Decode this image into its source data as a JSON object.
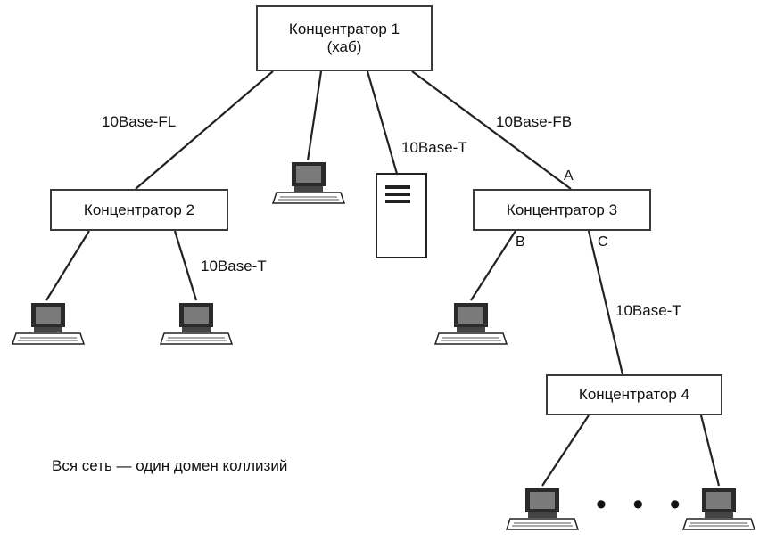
{
  "hubs": {
    "hub1": {
      "title": "Концентратор 1",
      "subtitle": "(хаб)"
    },
    "hub2": {
      "title": "Концентратор 2"
    },
    "hub3": {
      "title": "Концентратор 3"
    },
    "hub4": {
      "title": "Концентратор 4"
    }
  },
  "links": {
    "fl": "10Base-FL",
    "t_server": "10Base-T",
    "fb": "10Base-FB",
    "t_hub2": "10Base-T",
    "t_hub3": "10Base-T"
  },
  "ports": {
    "a": "A",
    "b": "B",
    "c": "C"
  },
  "ellipsis": "• • •",
  "caption": "Вся сеть — один домен коллизий",
  "icons": {
    "workstation": "computer-icon",
    "server": "server-icon"
  }
}
